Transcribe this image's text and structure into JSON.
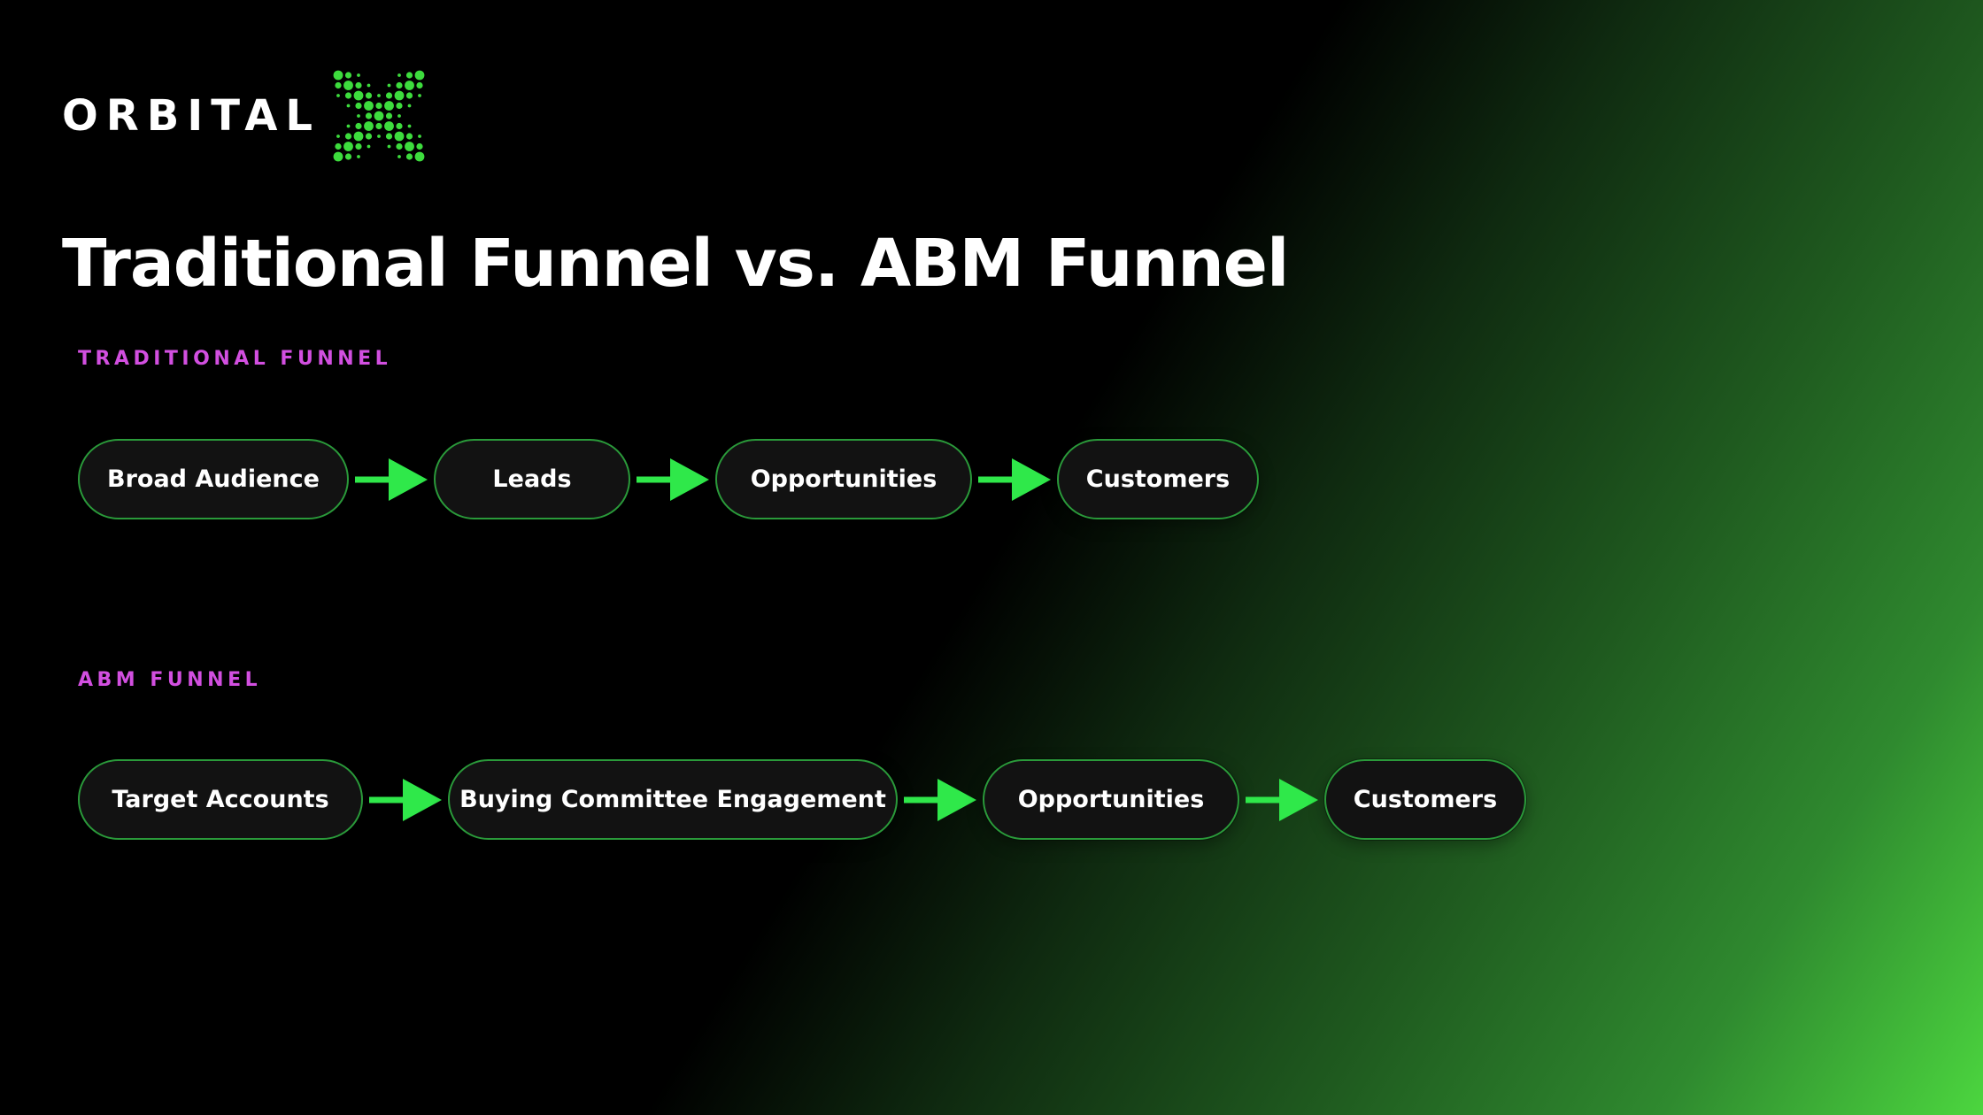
{
  "logo": {
    "text": "ORBITAL",
    "mark_icon": "dotted-x-logo-icon",
    "mark_color": "#3ddc3d"
  },
  "title": "Traditional Funnel vs. ABM Funnel",
  "colors": {
    "label": "#d24fe0",
    "arrow": "#2fe84a",
    "pill_border": "#2a9a3a",
    "pill_fill": "#121212",
    "gradient_end": "#4cd63f"
  },
  "traditional": {
    "label": "TRADITIONAL FUNNEL",
    "stages": [
      "Broad Audience",
      "Leads",
      "Opportunities",
      "Customers"
    ]
  },
  "abm": {
    "label": "ABM FUNNEL",
    "stages": [
      "Target Accounts",
      "Buying Committee Engagement",
      "Opportunities",
      "Customers"
    ]
  }
}
